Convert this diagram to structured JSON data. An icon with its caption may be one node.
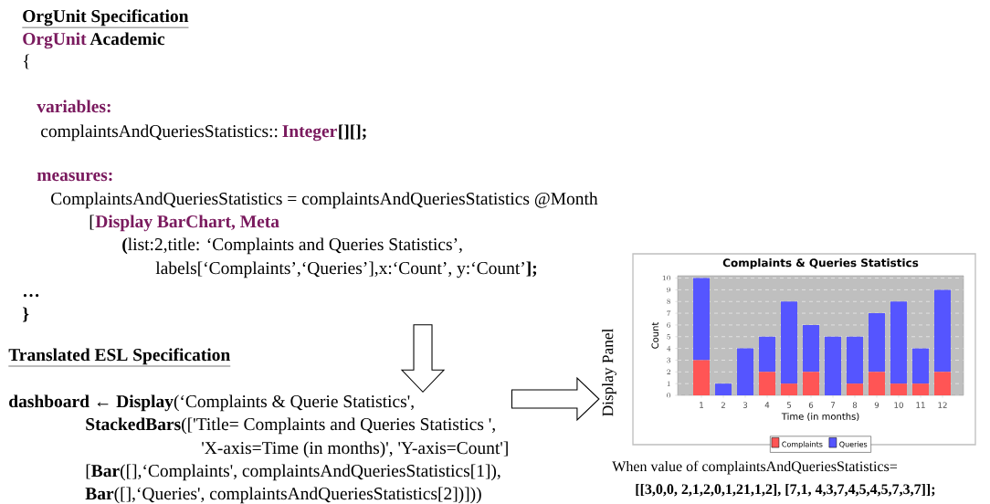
{
  "diagram": {
    "nodes": [
      {
        "text": [
          "OrgUnit Specification",
          "OrgUnit",
          "Academic",
          "{",
          "variables:",
          "complaintsAndQueriesStatistics::",
          "Integer",
          "[][];",
          "measures:",
          "ComplaintsAndQueriesStatistics = complaintsAndQueriesStatistics @Month",
          "[",
          "Display BarChart, Meta",
          "**(**list:2,title: ‘Complaints and Queries Statistics’,",
          "labels[‘Complaints’,‘Queries’],x:‘Count’, y:‘Count’**];**",
          "…",
          "}"
        ]
      },
      {
        "text": [
          "Translated ESL Specification",
          "**dashboard** ← **Display**(‘Complaints & Querie Statistics',",
          "**StackedBars**(['Title= Complaints and Queries Statistics ',",
          "'X-axis=Time (in months)', 'Y-axis=Count']",
          "[**Bar**([],‘Complaints', complaintsAndQueriesStatistics[1]),",
          "**Bar**([],‘Queries', complaintsAndQueriesStatistics[2])]))"
        ]
      },
      {
        "text": [
          "Display Panel"
        ]
      }
    ],
    "edges": [
      {
        "from": 0,
        "to": 1,
        "arrow": "to"
      },
      {
        "from": 1,
        "to": 2,
        "arrow": "to"
      }
    ],
    "labels": [
      "When value of complaintsAndQueriesStatistics=",
      "[[3,0,0, 2,1,2,0,1,21,1,2], [7,1, 4,3,7,4,5,4,5,7,3,7]];"
    ],
    "chart_data": {
      "type": "bar",
      "stacked": true,
      "title": "Complaints & Queries Statistics",
      "xlabel": "Time (in months)",
      "ylabel": "Count",
      "categories": [
        "1",
        "2",
        "3",
        "4",
        "5",
        "6",
        "7",
        "8",
        "9",
        "10",
        "11",
        "12"
      ],
      "series": [
        {
          "name": "Complaints",
          "color": "#ff5555",
          "values": [
            3,
            0,
            0,
            2,
            1,
            2,
            0,
            1,
            2,
            1,
            1,
            2
          ]
        },
        {
          "name": "Queries",
          "color": "#5555ff",
          "values": [
            7,
            1,
            4,
            3,
            7,
            4,
            5,
            4,
            5,
            7,
            3,
            7
          ]
        }
      ],
      "ylim": [
        0,
        10
      ],
      "grid": "y",
      "legend": "bottom",
      "yticks": [
        0,
        1,
        2,
        3,
        4,
        5,
        6,
        7,
        8,
        9,
        10
      ]
    }
  }
}
